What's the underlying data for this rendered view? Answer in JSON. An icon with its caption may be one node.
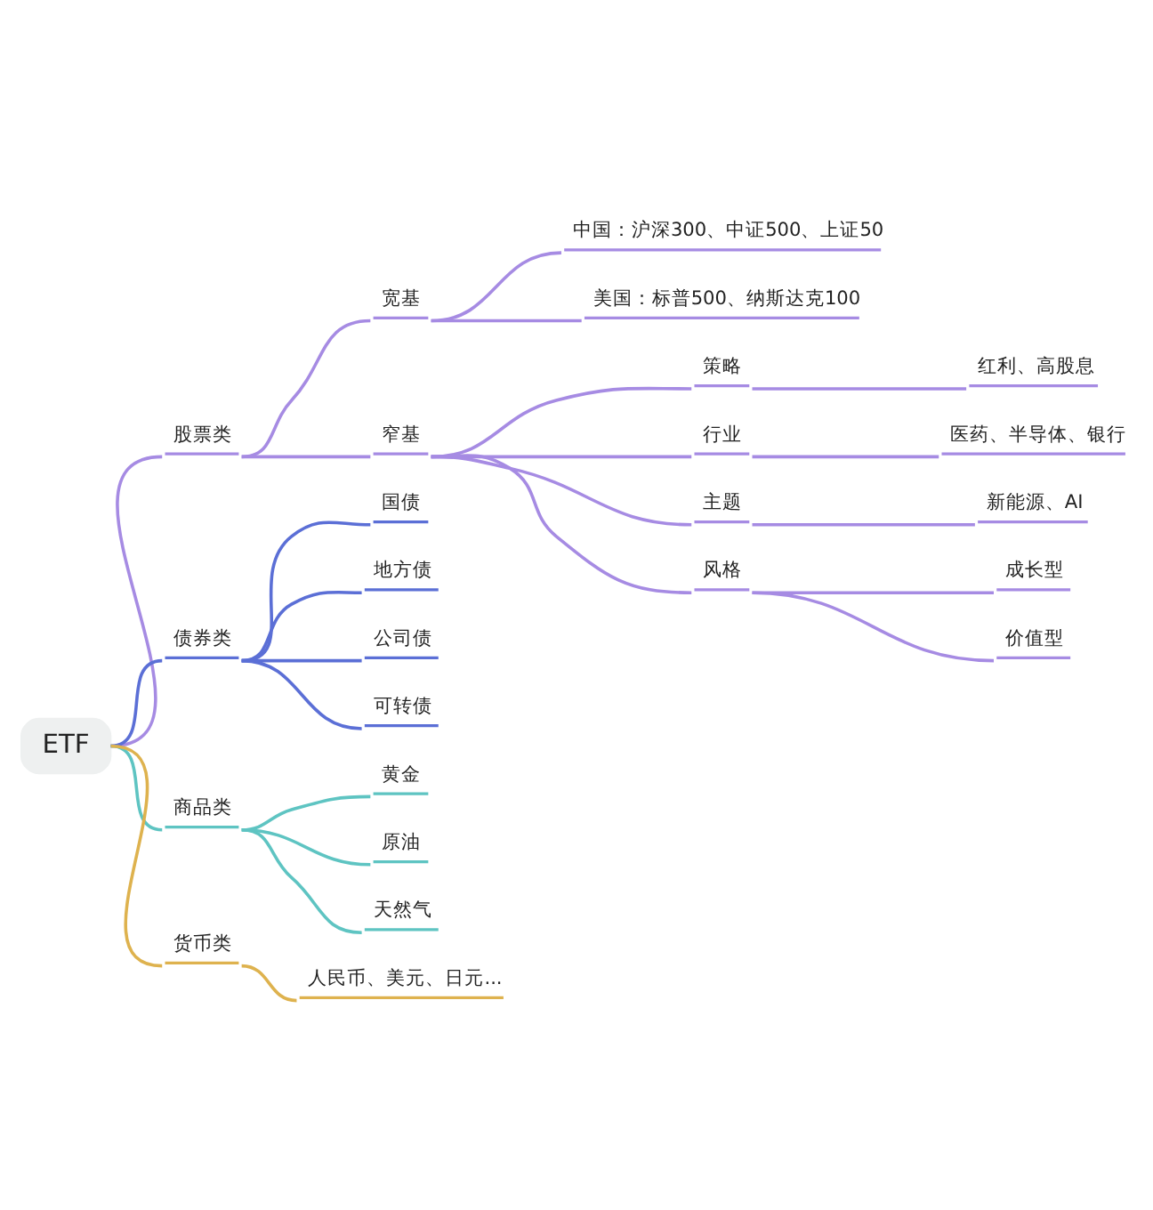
{
  "diagram": {
    "nodes": [
      {
        "text": [
          "ETF"
        ]
      },
      {
        "text": [
          "股票类"
        ]
      },
      {
        "text": [
          "宽基"
        ]
      },
      {
        "text": [
          "中国：沪深300、中证500、上证50"
        ]
      },
      {
        "text": [
          "美国：标普500、纳斯达克100"
        ]
      },
      {
        "text": [
          "窄基"
        ]
      },
      {
        "text": [
          "策略"
        ]
      },
      {
        "text": [
          "红利、高股息"
        ]
      },
      {
        "text": [
          "行业"
        ]
      },
      {
        "text": [
          "医药、半导体、银行"
        ]
      },
      {
        "text": [
          "主题"
        ]
      },
      {
        "text": [
          "新能源、AI"
        ]
      },
      {
        "text": [
          "风格"
        ]
      },
      {
        "text": [
          "成长型"
        ]
      },
      {
        "text": [
          "价值型"
        ]
      },
      {
        "text": [
          "债券类"
        ]
      },
      {
        "text": [
          "国债"
        ]
      },
      {
        "text": [
          "地方债"
        ]
      },
      {
        "text": [
          "公司债"
        ]
      },
      {
        "text": [
          "可转债"
        ]
      },
      {
        "text": [
          "商品类"
        ]
      },
      {
        "text": [
          "黄金"
        ]
      },
      {
        "text": [
          "原油"
        ]
      },
      {
        "text": [
          "天然气"
        ]
      },
      {
        "text": [
          "货币类"
        ]
      },
      {
        "text": [
          "人民币、美元、日元..."
        ]
      }
    ],
    "edges": [
      {
        "from": 0,
        "to": 1,
        "arrow": "none"
      },
      {
        "from": 1,
        "to": 2,
        "arrow": "none"
      },
      {
        "from": 2,
        "to": 3,
        "arrow": "none"
      },
      {
        "from": 2,
        "to": 4,
        "arrow": "none"
      },
      {
        "from": 1,
        "to": 5,
        "arrow": "none"
      },
      {
        "from": 5,
        "to": 6,
        "arrow": "none"
      },
      {
        "from": 6,
        "to": 7,
        "arrow": "none"
      },
      {
        "from": 5,
        "to": 8,
        "arrow": "none"
      },
      {
        "from": 8,
        "to": 9,
        "arrow": "none"
      },
      {
        "from": 5,
        "to": 10,
        "arrow": "none"
      },
      {
        "from": 10,
        "to": 11,
        "arrow": "none"
      },
      {
        "from": 5,
        "to": 12,
        "arrow": "none"
      },
      {
        "from": 12,
        "to": 13,
        "arrow": "none"
      },
      {
        "from": 12,
        "to": 14,
        "arrow": "none"
      },
      {
        "from": 0,
        "to": 15,
        "arrow": "none",
        "color": "#5b6fd6"
      },
      {
        "from": 15,
        "to": 16,
        "arrow": "none",
        "color": "#5b6fd6"
      },
      {
        "from": 15,
        "to": 17,
        "arrow": "none",
        "color": "#5b6fd6"
      },
      {
        "from": 15,
        "to": 18,
        "arrow": "none",
        "color": "#5b6fd6"
      },
      {
        "from": 15,
        "to": 19,
        "arrow": "none",
        "color": "#5b6fd6"
      },
      {
        "from": 0,
        "to": 20,
        "arrow": "none",
        "color": "#5ec4c2"
      },
      {
        "from": 20,
        "to": 21,
        "arrow": "none",
        "color": "#5ec4c2"
      },
      {
        "from": 20,
        "to": 22,
        "arrow": "none",
        "color": "#5ec4c2"
      },
      {
        "from": 20,
        "to": 23,
        "arrow": "none",
        "color": "#5ec4c2"
      },
      {
        "from": 0,
        "to": 24,
        "arrow": "none",
        "color": "#deb24e"
      },
      {
        "from": 24,
        "to": 25,
        "arrow": "none",
        "color": "#deb24e"
      }
    ]
  }
}
